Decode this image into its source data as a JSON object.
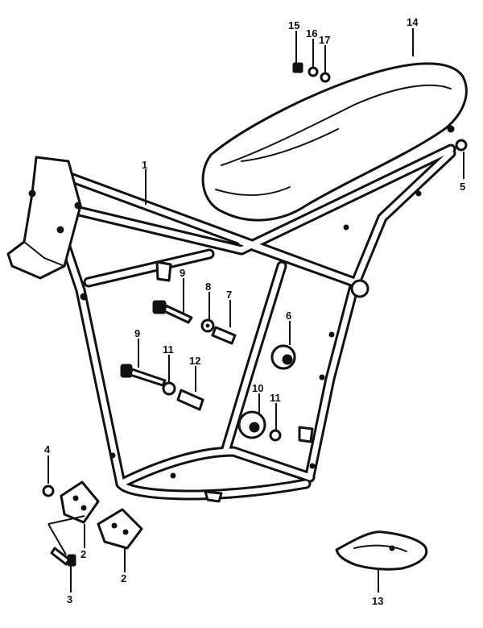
{
  "callouts": [
    {
      "id": "c1",
      "label": "1"
    },
    {
      "id": "c2a",
      "label": "2"
    },
    {
      "id": "c2b",
      "label": "2"
    },
    {
      "id": "c3",
      "label": "3"
    },
    {
      "id": "c4",
      "label": "4"
    },
    {
      "id": "c5",
      "label": "5"
    },
    {
      "id": "c6",
      "label": "6"
    },
    {
      "id": "c7",
      "label": "7"
    },
    {
      "id": "c8",
      "label": "8"
    },
    {
      "id": "c9a",
      "label": "9"
    },
    {
      "id": "c9b",
      "label": "9"
    },
    {
      "id": "c10",
      "label": "10"
    },
    {
      "id": "c11a",
      "label": "11"
    },
    {
      "id": "c11b",
      "label": "11"
    },
    {
      "id": "c12",
      "label": "12"
    },
    {
      "id": "c13",
      "label": "13"
    },
    {
      "id": "c14",
      "label": "14"
    },
    {
      "id": "c15",
      "label": "15"
    },
    {
      "id": "c16",
      "label": "16"
    },
    {
      "id": "c17",
      "label": "17"
    }
  ],
  "colors": {
    "ink": "#111111",
    "paper": "#ffffff"
  }
}
